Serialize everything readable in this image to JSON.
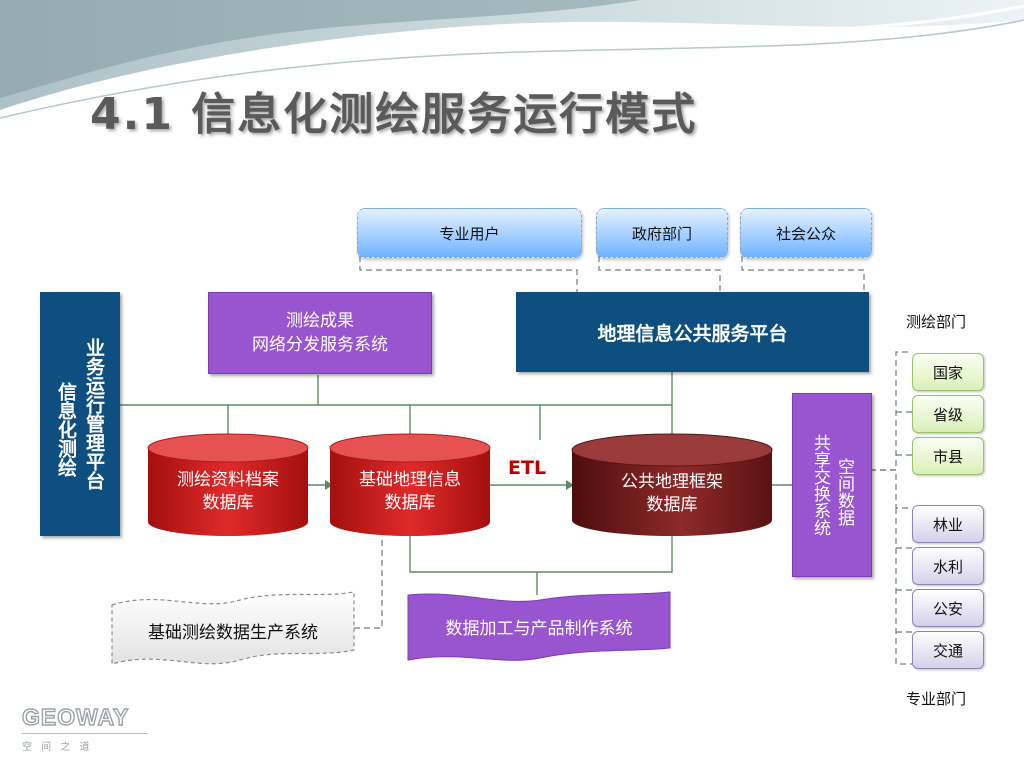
{
  "title": "4.1 信息化测绘服务运行模式",
  "users": {
    "professional": "专业用户",
    "government": "政府部门",
    "public": "社会公众"
  },
  "left_panel": {
    "line1": "业务运行管理平台",
    "line2": "信息化测绘"
  },
  "distribution_system": {
    "line1": "测绘成果",
    "line2": "网络分发服务系统"
  },
  "platform": "地理信息公共服务平台",
  "databases": {
    "archive": {
      "line1": "测绘资料档案",
      "line2": "数据库"
    },
    "basic": {
      "line1": "基础地理信息",
      "line2": "数据库"
    },
    "framework": {
      "line1": "公共地理框架",
      "line2": "数据库"
    }
  },
  "etl": "ETL",
  "exchange": {
    "line1": "共享交换系统",
    "line2": "空间数据"
  },
  "survey_dept": {
    "label": "测绘部门",
    "levels": [
      "国家",
      "省级",
      "市县"
    ]
  },
  "pro_dept": {
    "label": "专业部门",
    "items": [
      "林业",
      "水利",
      "公安",
      "交通"
    ]
  },
  "production_system": "基础测绘数据生产系统",
  "processing_system": "数据加工与产品制作系统",
  "logo": {
    "name": "GEOWAY",
    "tagline": "空 间 之 道"
  },
  "colors": {
    "purple": "#9955d0",
    "navy": "#0e4f7f",
    "red": "#cc1c1c",
    "dark_red": "#7a1a1a",
    "accent_red": "#c00000"
  }
}
